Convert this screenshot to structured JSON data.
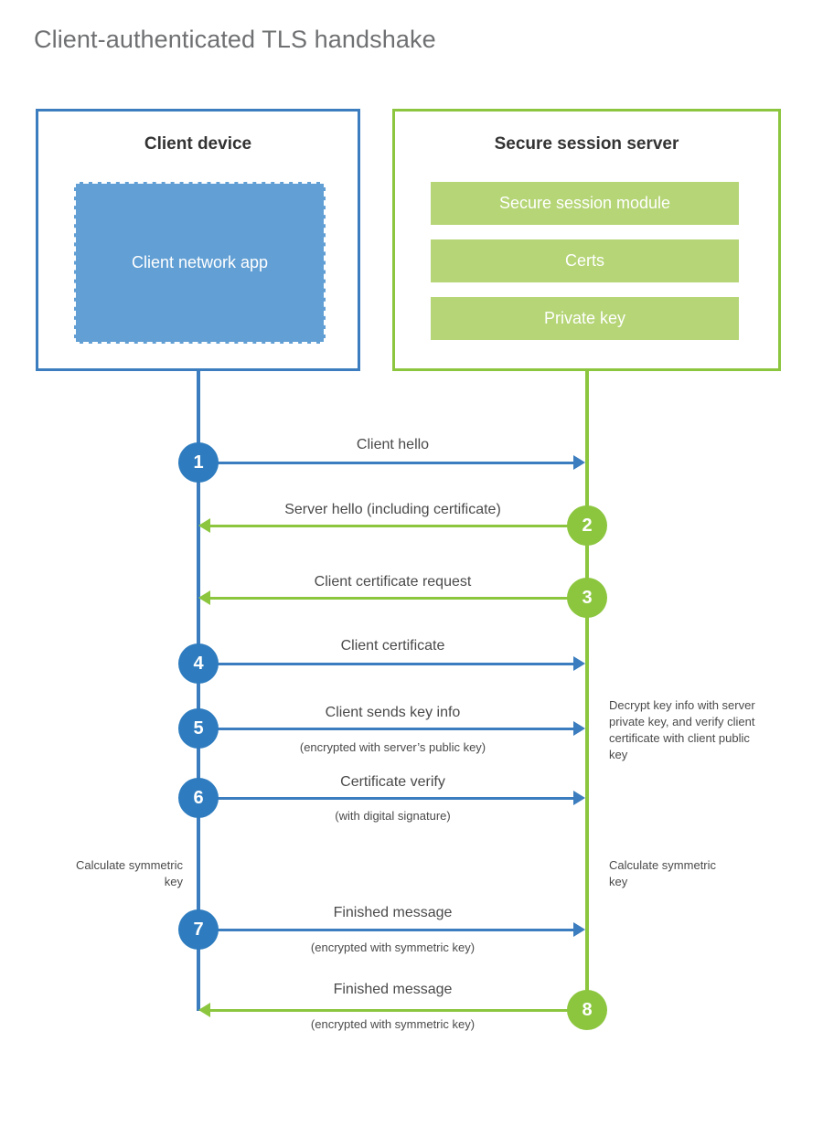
{
  "page": {
    "title": "Client-authenticated TLS handshake",
    "title_color": "#6f7072",
    "background": "#ffffff"
  },
  "colors": {
    "client_blue": "#3b7dbe",
    "client_circle_blue": "#2e7cbf",
    "client_app_blue": "#629fd4",
    "server_green": "#8cc63f",
    "server_module_green": "#b5d576",
    "text_dark": "#333333",
    "text_body": "#4a4a4a"
  },
  "participants": {
    "client": {
      "title": "Client device",
      "app_label": "Client network app"
    },
    "server": {
      "title": "Secure session server",
      "modules": [
        {
          "label": "Secure session module"
        },
        {
          "label": "Certs"
        },
        {
          "label": "Private key"
        }
      ]
    }
  },
  "chart_data": {
    "type": "sequence-diagram",
    "title": "Client-authenticated TLS handshake",
    "actors": [
      "Client device",
      "Secure session server"
    ],
    "steps": [
      {
        "number": "1",
        "label": "Client hello",
        "sublabel": "",
        "from": "client",
        "to": "server",
        "direction": "right",
        "color": "#3b7dbe"
      },
      {
        "number": "2",
        "label": "Server hello (including certificate)",
        "sublabel": "",
        "from": "server",
        "to": "client",
        "direction": "left",
        "color": "#8cc63f"
      },
      {
        "number": "3",
        "label": "Client certificate request",
        "sublabel": "",
        "from": "server",
        "to": "client",
        "direction": "left",
        "color": "#8cc63f"
      },
      {
        "number": "4",
        "label": "Client certificate",
        "sublabel": "",
        "from": "client",
        "to": "server",
        "direction": "right",
        "color": "#3b7dbe"
      },
      {
        "number": "5",
        "label": "Client sends key info",
        "sublabel": "(encrypted with server’s public key)",
        "from": "client",
        "to": "server",
        "direction": "right",
        "color": "#3b7dbe"
      },
      {
        "number": "6",
        "label": "Certificate verify",
        "sublabel": "(with digital signature)",
        "from": "client",
        "to": "server",
        "direction": "right",
        "color": "#3b7dbe"
      },
      {
        "number": "7",
        "label": "Finished message",
        "sublabel": "(encrypted with symmetric key)",
        "from": "client",
        "to": "server",
        "direction": "right",
        "color": "#3b7dbe"
      },
      {
        "number": "8",
        "label": "Finished message",
        "sublabel": "(encrypted with symmetric key)",
        "from": "server",
        "to": "client",
        "direction": "left",
        "color": "#8cc63f"
      }
    ],
    "annotations": [
      {
        "id": "server-decrypt-note",
        "side": "right",
        "text": "Decrypt key info with server private key, and verify client certificate with client public key"
      },
      {
        "id": "client-calc-note",
        "side": "left",
        "text": "Calculate symmetric key"
      },
      {
        "id": "server-calc-note",
        "side": "right",
        "text": "Calculate symmetric key"
      }
    ]
  },
  "steps": {
    "s1": {
      "number": "1",
      "label": "Client hello"
    },
    "s2": {
      "number": "2",
      "label": "Server hello (including certificate)"
    },
    "s3": {
      "number": "3",
      "label": "Client certificate request"
    },
    "s4": {
      "number": "4",
      "label": "Client certificate"
    },
    "s5": {
      "number": "5",
      "label": "Client sends key info",
      "sublabel": "(encrypted with server’s public key)"
    },
    "s6": {
      "number": "6",
      "label": "Certificate verify",
      "sublabel": "(with digital signature)"
    },
    "s7": {
      "number": "7",
      "label": "Finished message",
      "sublabel": "(encrypted with symmetric key)"
    },
    "s8": {
      "number": "8",
      "label": "Finished message",
      "sublabel": "(encrypted with symmetric key)"
    }
  },
  "annotations": {
    "server_decrypt": "Decrypt key info with server private key, and verify client certificate with client public key",
    "client_calculate": "Calculate symmetric key",
    "server_calculate": "Calculate symmetric key"
  }
}
